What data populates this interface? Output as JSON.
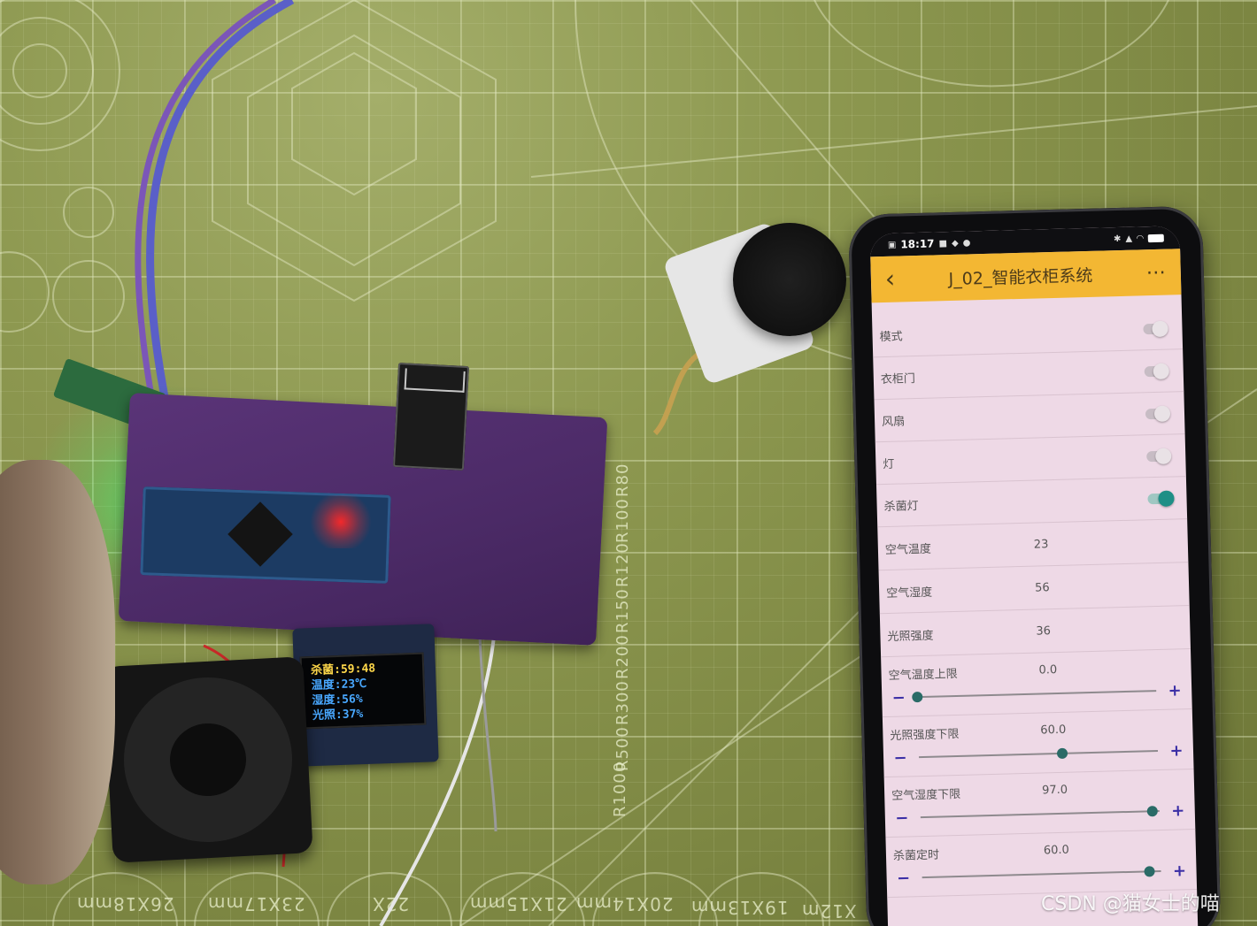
{
  "mat": {
    "right_scale": [
      "R80",
      "R100",
      "R120",
      "R150",
      "R200",
      "R300",
      "R500",
      "R1000"
    ],
    "bottom_sizes": [
      "26X18mm",
      "23X17mm",
      "22X",
      "21X15mm",
      "20X14mm",
      "19X13mm",
      "X12m"
    ]
  },
  "oled": {
    "line1": "杀菌:59:48",
    "line2": "温度:23℃",
    "line3": "湿度:56%",
    "line4": "光照:37%"
  },
  "phone": {
    "status_bar": {
      "time": "18:17"
    },
    "app_bar": {
      "back_icon": "‹",
      "title": "J_02_智能衣柜系统",
      "more_icon": "⋯"
    },
    "switches": [
      {
        "label": "模式",
        "on": false
      },
      {
        "label": "衣柜门",
        "on": false
      },
      {
        "label": "风扇",
        "on": false
      },
      {
        "label": "灯",
        "on": false
      },
      {
        "label": "杀菌灯",
        "on": true
      }
    ],
    "readings": [
      {
        "label": "空气温度",
        "value": "23"
      },
      {
        "label": "空气湿度",
        "value": "56"
      },
      {
        "label": "光照强度",
        "value": "36"
      }
    ],
    "sliders": [
      {
        "label": "空气温度上限",
        "value": "0.0",
        "fraction": 0.0
      },
      {
        "label": "光照强度下限",
        "value": "60.0",
        "fraction": 0.6
      },
      {
        "label": "空气湿度下限",
        "value": "97.0",
        "fraction": 0.97
      },
      {
        "label": "杀菌定时",
        "value": "60.0",
        "fraction": 0.95
      }
    ],
    "minus_symbol": "−",
    "plus_symbol": "+"
  },
  "watermark": "CSDN @猫女士的喵",
  "colors": {
    "mat": "#8d9850",
    "pcb": "#4b2a66",
    "app_bar": "#f3b733",
    "screen_bg": "#eed9e6",
    "switch_on": "#1e8f86",
    "slider_thumb": "#2a6b67",
    "slider_buttons": "#3b2fa6"
  }
}
